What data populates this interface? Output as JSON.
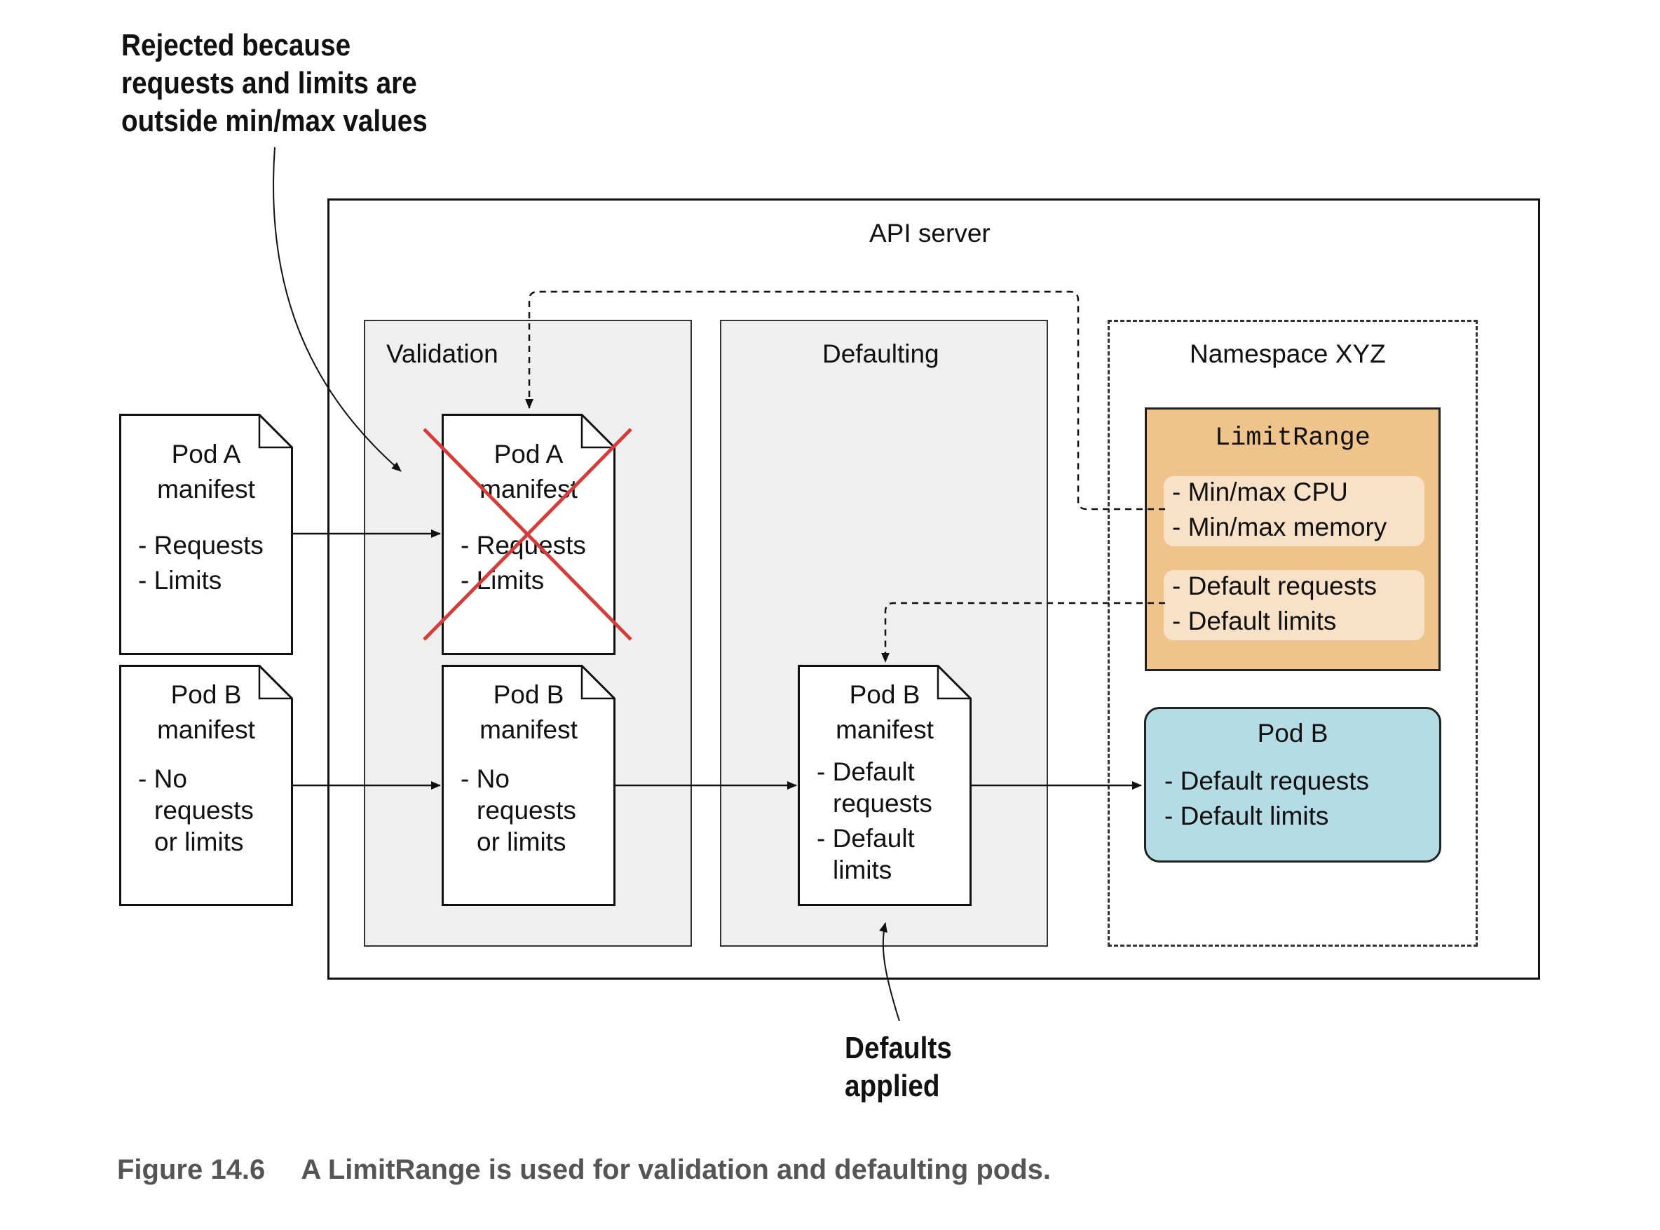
{
  "annotations": {
    "rejected": [
      "Rejected because",
      "requests and limits are",
      "outside min/max values"
    ],
    "defaults": [
      "Defaults",
      "applied"
    ]
  },
  "api_server": {
    "label": "API server"
  },
  "panels": {
    "validation": "Validation",
    "defaulting": "Defaulting",
    "namespace": "Namespace XYZ"
  },
  "docs": {
    "pod_a": {
      "title": [
        "Pod A",
        "manifest"
      ],
      "items": [
        "- Requests",
        "- Limits"
      ]
    },
    "pod_b": {
      "title": [
        "Pod B",
        "manifest"
      ],
      "items": [
        "- No",
        "requests",
        "or limits"
      ]
    },
    "pod_b_defaulted": {
      "title": [
        "Pod B",
        "manifest"
      ],
      "items": [
        "- Default",
        "requests",
        "- Default",
        "limits"
      ]
    }
  },
  "limit_range": {
    "title": "LimitRange",
    "group1": [
      "- Min/max CPU",
      "- Min/max memory"
    ],
    "group2": [
      "- Default requests",
      "- Default limits"
    ]
  },
  "pod_b_final": {
    "title": "Pod B",
    "items": [
      "- Default requests",
      "- Default limits"
    ]
  },
  "caption": {
    "number": "Figure 14.6",
    "text": "A LimitRange is used for validation and defaulting pods."
  },
  "colors": {
    "limit_range_fill": "#efc48c",
    "limit_range_inner": "#f8e1c6",
    "pod_b_fill": "#b5dbe4",
    "panel_fill": "#efefef",
    "reject_cross": "#d23f3a"
  }
}
